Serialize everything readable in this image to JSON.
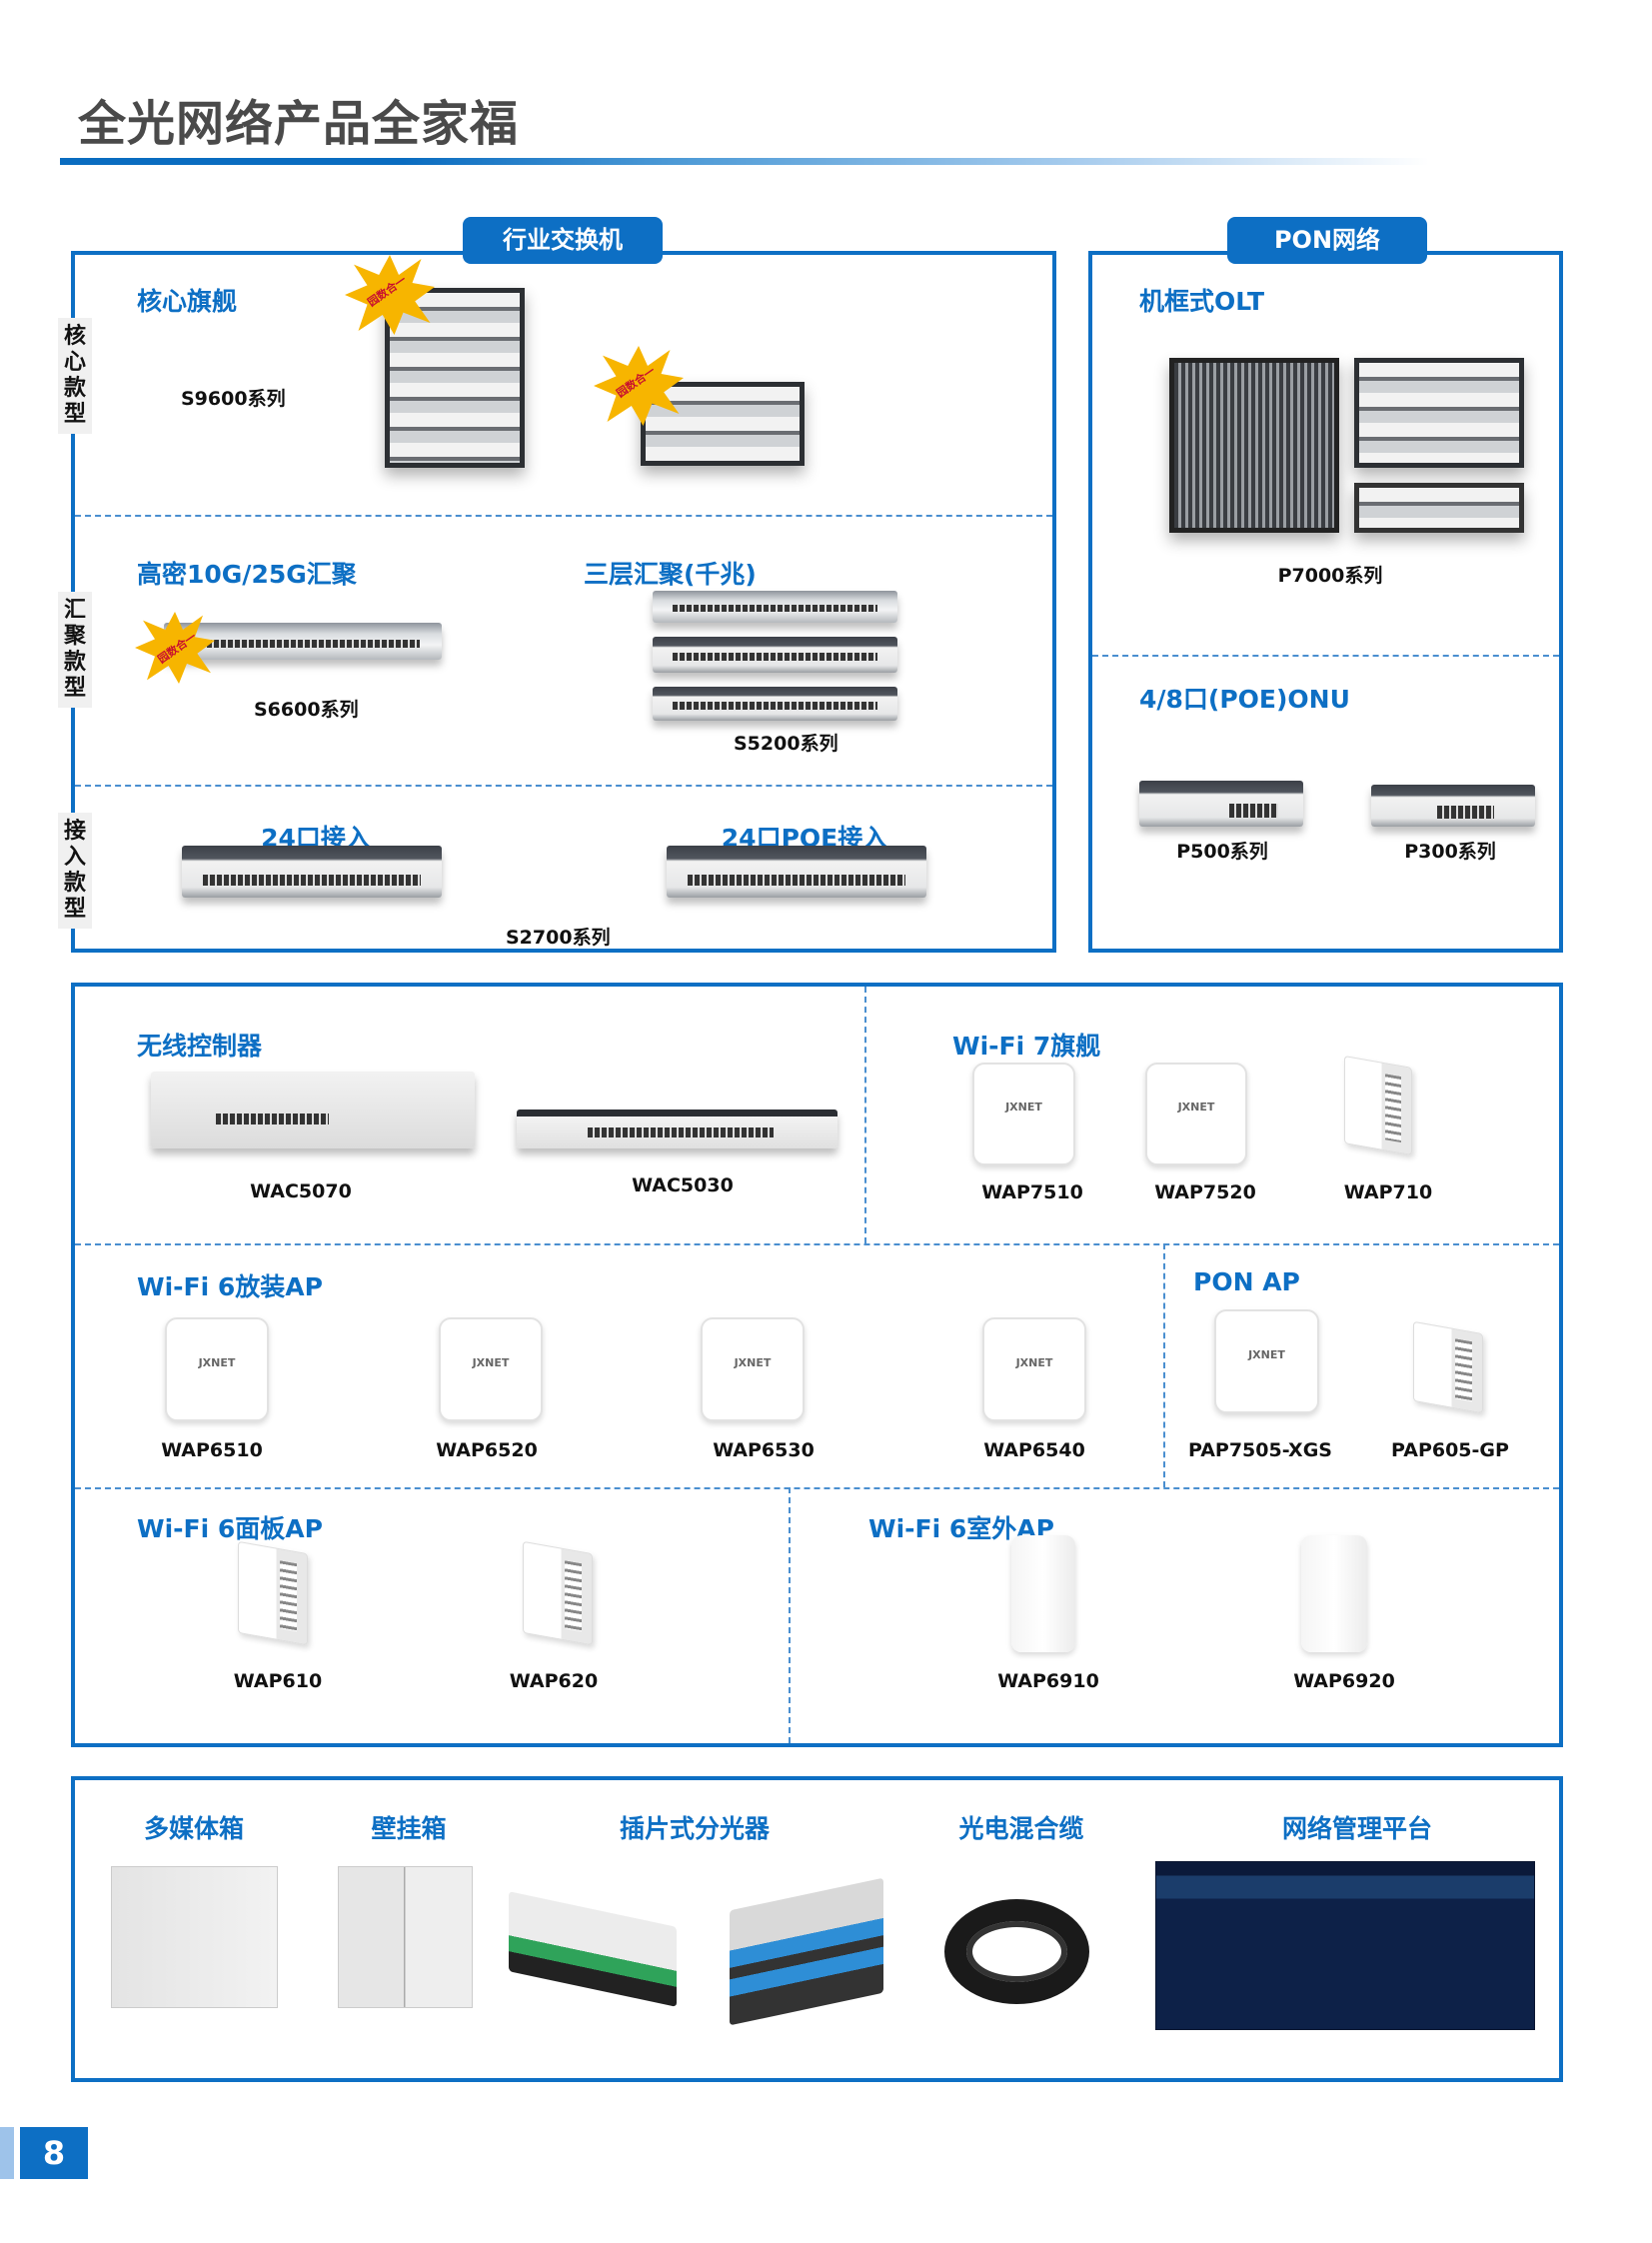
{
  "page_title": "全光网络产品全家福",
  "page_number": "8",
  "switch_section": {
    "tab": "行业交换机",
    "side_labels": {
      "core": "核心款型",
      "aggregation": "汇聚款型",
      "access": "接入款型"
    },
    "badge": "园数合一",
    "core": {
      "heading": "核心旗舰",
      "product": "S9600系列"
    },
    "agg_10g": {
      "heading": "高密10G/25G汇聚",
      "product": "S6600系列"
    },
    "agg_l3": {
      "heading": "三层汇聚(千兆)",
      "product": "S5200系列"
    },
    "access_24": {
      "heading": "24口接入"
    },
    "access_poe": {
      "heading": "24口POE接入"
    },
    "access_product": "S2700系列"
  },
  "pon_section": {
    "tab": "PON网络",
    "olt": {
      "heading": "机框式OLT",
      "product": "P7000系列"
    },
    "onu": {
      "heading": "4/8口(POE)ONU",
      "products": [
        "P500系列",
        "P300系列"
      ]
    }
  },
  "wireless_section": {
    "controllers": {
      "heading": "无线控制器",
      "products": [
        "WAC5070",
        "WAC5030"
      ]
    },
    "wifi7": {
      "heading": "Wi-Fi 7旗舰",
      "products": [
        "WAP7510",
        "WAP7520",
        "WAP710"
      ]
    },
    "wifi6_ceiling": {
      "heading": "Wi-Fi 6放装AP",
      "products": [
        "WAP6510",
        "WAP6520",
        "WAP6530",
        "WAP6540"
      ]
    },
    "pon_ap": {
      "heading": "PON AP",
      "products": [
        "PAP7505-XGS",
        "PAP605-GP"
      ]
    },
    "wifi6_panel": {
      "heading": "Wi-Fi 6面板AP",
      "products": [
        "WAP610",
        "WAP620"
      ]
    },
    "wifi6_outdoor": {
      "heading": "Wi-Fi 6室外AP",
      "products": [
        "WAP6910",
        "WAP6920"
      ]
    },
    "ap_brand": "JXNET"
  },
  "accessories": {
    "items": [
      "多媒体箱",
      "壁挂箱",
      "插片式分光器",
      "光电混合缆",
      "网络管理平台"
    ]
  },
  "colors": {
    "brand_blue": "#0d6fc4"
  }
}
